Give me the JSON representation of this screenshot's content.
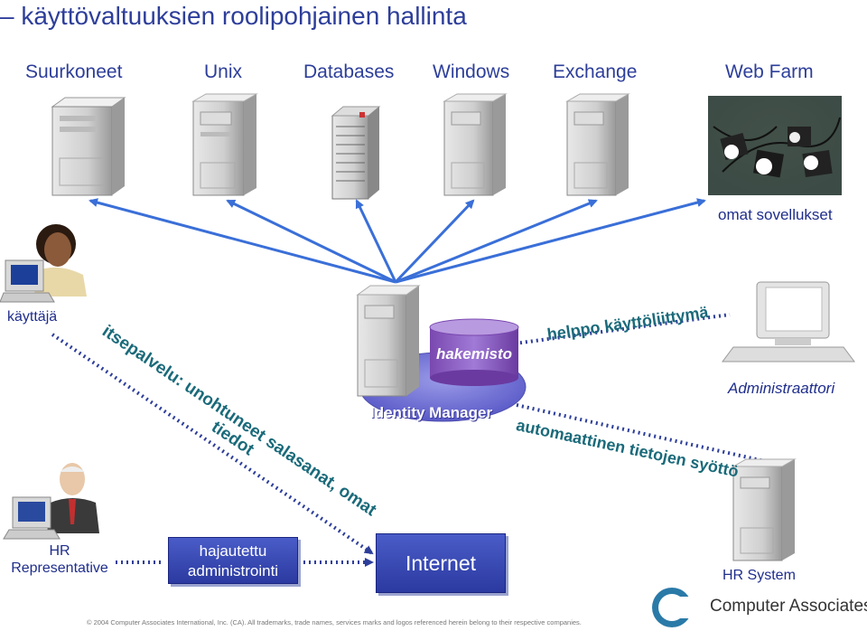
{
  "title": "– käyttövaltuuksien roolipohjainen hallinta",
  "categories": [
    "Suurkoneet",
    "Unix",
    "Databases",
    "Windows",
    "Exchange",
    "Web Farm"
  ],
  "labels": {
    "omat_sovellukset": "omat sovellukset",
    "kayttaja": "käyttäjä",
    "hakemisto": "hakemisto",
    "identity_manager": "Identity Manager",
    "helppo": "helppo käyttöliittymä",
    "administraattori": "Administraattori",
    "itsepalvelu_line1": "itsepalvelu: unohtuneet salasanat, omat",
    "itsepalvelu_line2": "tiedot",
    "automaattinen": "automaattinen tietojen syöttö",
    "hr_rep_line1": "HR",
    "hr_rep_line2": "Representative",
    "hajautettu_line1": "hajautettu",
    "hajautettu_line2": "administrointi",
    "internet": "Internet",
    "hr_system": "HR System"
  },
  "logo": {
    "mark": "ca",
    "text": "Computer Associates",
    "reg": "®"
  },
  "footer": "© 2004 Computer Associates International, Inc. (CA). All trademarks, trade names, services marks and logos referenced herein belong to their respective companies.",
  "colors": {
    "title": "#2d3e9a",
    "arrow": "#3a6fd8",
    "dotted": "#2d3e9a",
    "box": "#3344b0",
    "hakemisto": "#8a5cc0",
    "identity_ellipse": "#7070d8",
    "teal_text": "#1a6a7a"
  },
  "icons": [
    "mainframe-server-icon",
    "unix-server-icon",
    "database-server-icon",
    "windows-server-icon",
    "exchange-server-icon",
    "web-farm-photo",
    "user-woman-computer-icon",
    "hr-man-computer-icon",
    "admin-computer-icon",
    "hr-system-server-icon",
    "identity-server-icon",
    "directory-cylinder-icon"
  ]
}
